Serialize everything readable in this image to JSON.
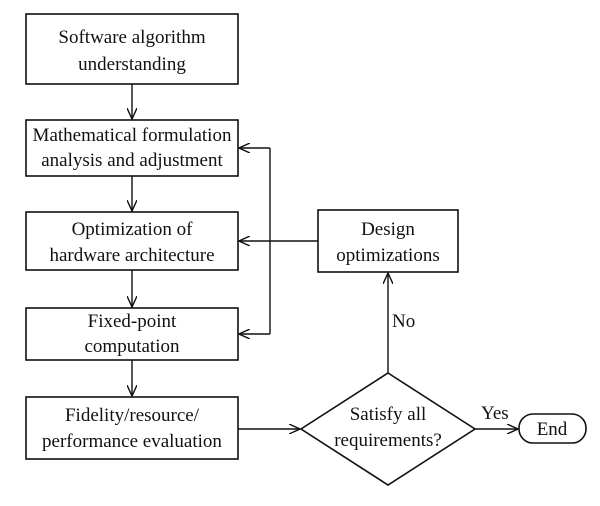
{
  "nodes": {
    "software_algorithm": {
      "line1": "Software algorithm",
      "line2": "understanding"
    },
    "math_formulation": {
      "line1": "Mathematical formulation",
      "line2": "analysis and adjustment"
    },
    "hardware_architecture": {
      "line1": "Optimization of",
      "line2": "hardware architecture"
    },
    "fixed_point": {
      "line1": "Fixed-point",
      "line2": "computation"
    },
    "evaluation": {
      "line1": "Fidelity/resource/",
      "line2": "performance evaluation"
    },
    "requirements": {
      "line1": "Satisfy all",
      "line2": "requirements?"
    },
    "design_optimizations": {
      "line1": "Design",
      "line2": "optimizations"
    },
    "end": {
      "label": "End"
    }
  },
  "edges": {
    "no_label": "No",
    "yes_label": "Yes"
  }
}
